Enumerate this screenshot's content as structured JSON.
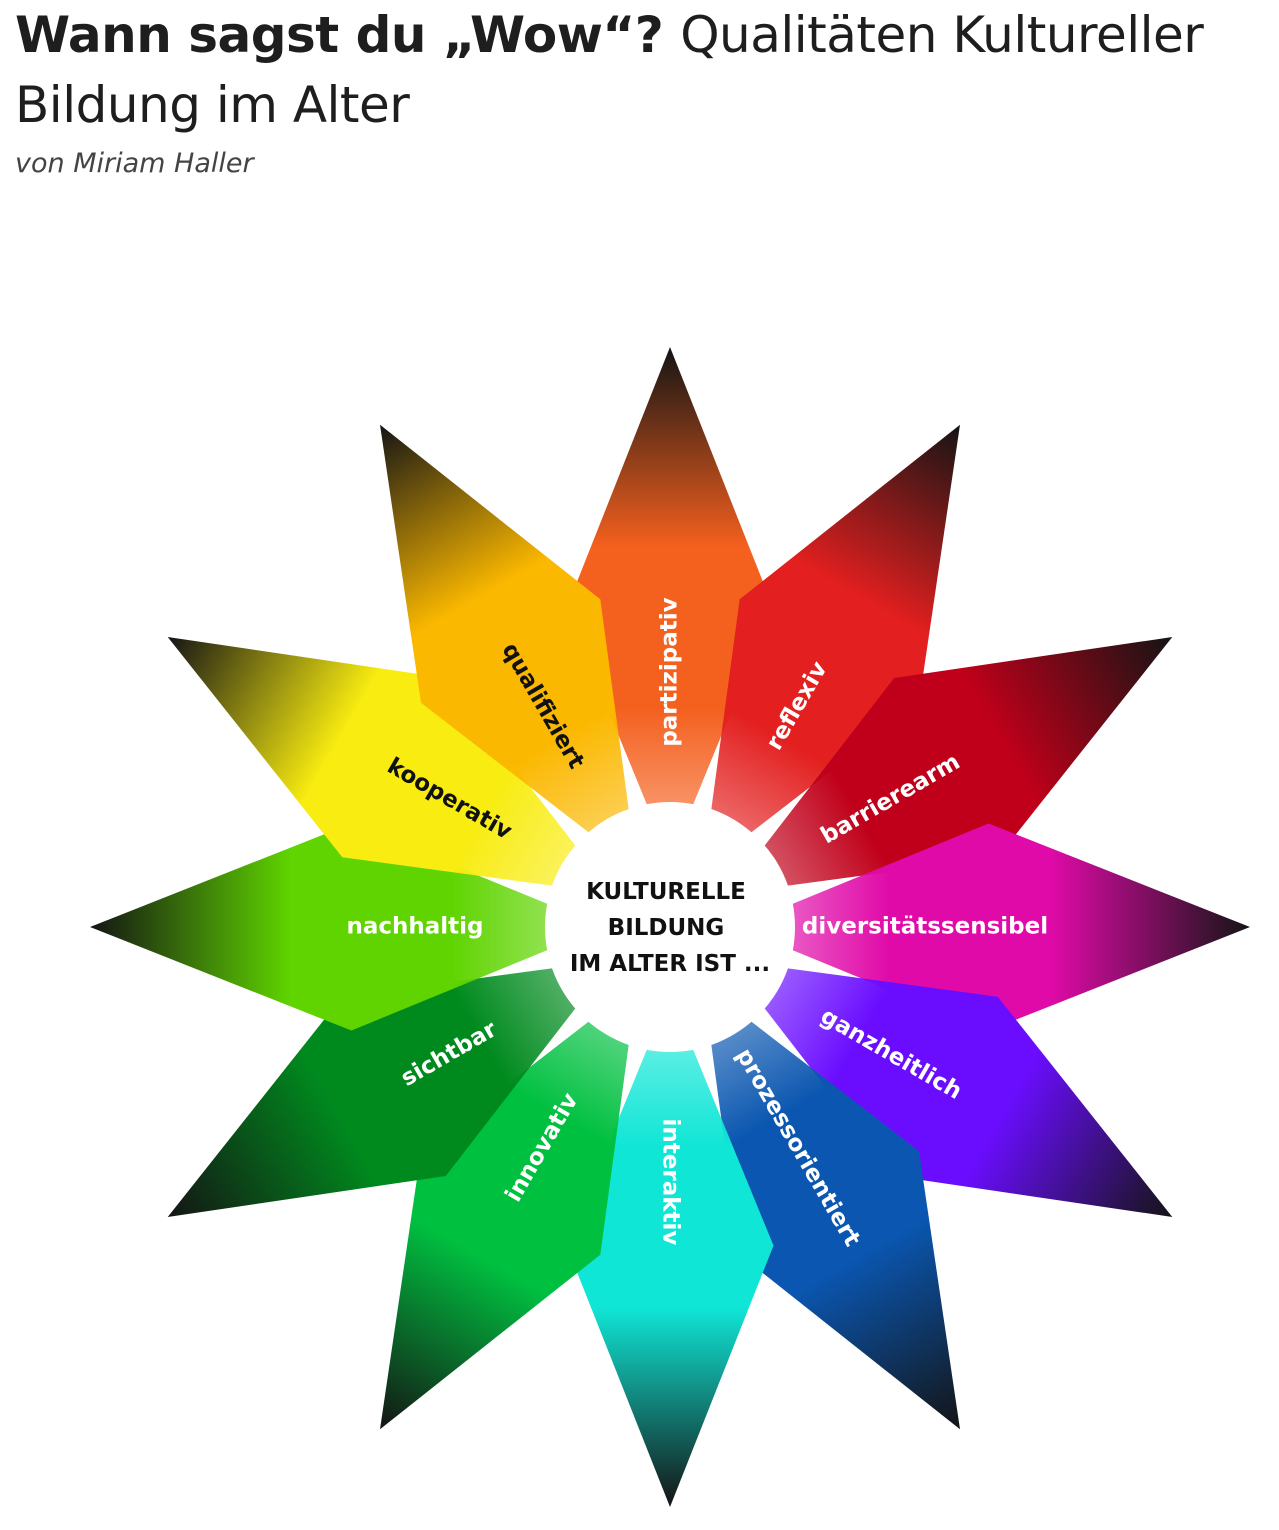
{
  "header": {
    "title_bold": "Wann sagst du „Wow“?",
    "title_light": "Qualitäten Kultureller Bildung im Alter",
    "author": "von Miriam Haller"
  },
  "diagram": {
    "center_lines": [
      "KULTURELLE",
      "BILDUNG",
      "IM ALTER IST ..."
    ],
    "rays": [
      {
        "label": "partizipativ",
        "color": "#f4601e",
        "text_color": "#ffffff"
      },
      {
        "label": "reflexiv",
        "color": "#e31f1f",
        "text_color": "#ffffff"
      },
      {
        "label": "barrierearm",
        "color": "#c0001a",
        "text_color": "#ffffff"
      },
      {
        "label": "diversitätssensibel",
        "color": "#e00aa8",
        "text_color": "#ffffff"
      },
      {
        "label": "ganzheitlich",
        "color": "#6a0dff",
        "text_color": "#ffffff"
      },
      {
        "label": "prozessorientiert",
        "color": "#0a56b0",
        "text_color": "#ffffff"
      },
      {
        "label": "interaktiv",
        "color": "#10e6d6",
        "text_color": "#ffffff"
      },
      {
        "label": "innovativ",
        "color": "#00c040",
        "text_color": "#ffffff"
      },
      {
        "label": "sichtbar",
        "color": "#008a1e",
        "text_color": "#ffffff"
      },
      {
        "label": "nachhaltig",
        "color": "#5fd400",
        "text_color": "#ffffff"
      },
      {
        "label": "kooperativ",
        "color": "#f8ec10",
        "text_color": "#111111"
      },
      {
        "label": "qualifiziert",
        "color": "#fbb800",
        "text_color": "#111111"
      }
    ]
  }
}
